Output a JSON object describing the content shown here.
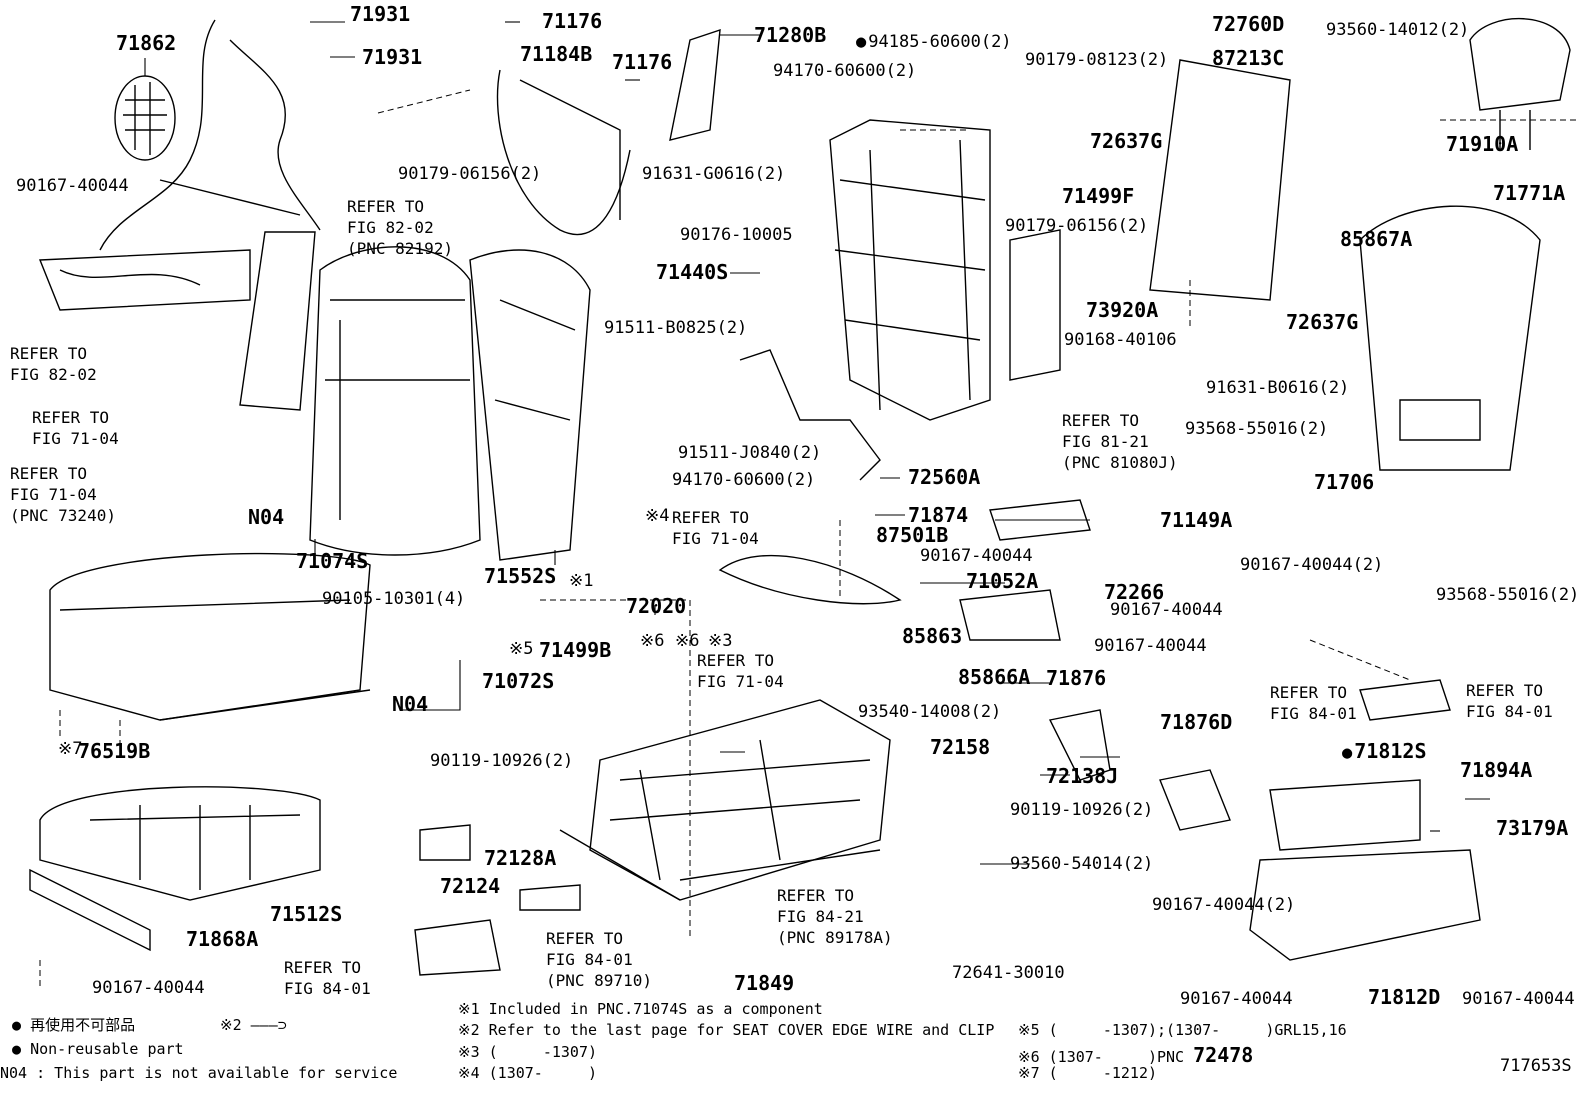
{
  "parts": {
    "p71862": "71862",
    "p71931a": "71931",
    "p71931b": "71931",
    "p71176a": "71176",
    "p71184b": "71184B",
    "p71176b": "71176",
    "p71280b": "71280B",
    "p94185": "94185-60600(2)",
    "p90179_08123": "90179-08123(2)",
    "p72760d": "72760D",
    "p93560_14012": "93560-14012(2)",
    "p87213c": "87213C",
    "p94170_a": "94170-60600(2)",
    "p90167_a": "90167-40044",
    "p90179_06156a": "90179-06156(2)",
    "p91631_g": "91631-G0616(2)",
    "p72637g_a": "72637G",
    "p71910a": "71910A",
    "p71499f": "71499F",
    "p90176": "90176-10005",
    "p90179_06156b": "90179-06156(2)",
    "p85867a": "85867A",
    "p71771a": "71771A",
    "p71440s": "71440S",
    "p73920a": "73920A",
    "p72637g_b": "72637G",
    "p91511_b": "91511-B0825(2)",
    "p90168": "90168-40106",
    "p91631_b": "91631-B0616(2)",
    "p93568_a": "93568-55016(2)",
    "p91511_j": "91511-J0840(2)",
    "p94170_b": "94170-60600(2)",
    "p72560a": "72560A",
    "p71706": "71706",
    "p71874": "71874",
    "p87501b": "87501B",
    "pN04a": "N04",
    "p71074s": "71074S",
    "p71552s": "71552S",
    "p90167_b": "90167-40044",
    "p71149a": "71149A",
    "p90167_c": "90167-40044(2)",
    "p71052a": "71052A",
    "p72266": "72266",
    "p90167_d": "90167-40044",
    "p93568_b": "93568-55016(2)",
    "p90105": "90105-10301(4)",
    "p72020": "72020",
    "p71499b": "71499B",
    "p85863": "85863",
    "p90167_e": "90167-40044",
    "p71072s": "71072S",
    "p85866a": "85866A",
    "p71876": "71876",
    "pN04b": "N04",
    "p93540": "93540-14008(2)",
    "p71876d": "71876D",
    "p76519b": "76519B",
    "p90119_a": "90119-10926(2)",
    "p72158": "72158",
    "p71812s": "71812S",
    "p71894a": "71894A",
    "p72138j": "72138J",
    "p90119_b": "90119-10926(2)",
    "p73179a": "73179A",
    "p72128a": "72128A",
    "p93560_54014": "93560-54014(2)",
    "p71512s": "71512S",
    "p72124": "72124",
    "p90167_f": "90167-40044(2)",
    "p71868a": "71868A",
    "p72641": "72641-30010",
    "p90167_g": "90167-40044",
    "p71849": "71849",
    "p90167_h": "90167-40044",
    "p71812d": "71812D",
    "p90167_i": "90167-40044"
  },
  "marks": {
    "m4": "※4",
    "m5": "※5",
    "m6a": "※6",
    "m6b": "※6",
    "m3": "※3",
    "m1": "※1",
    "m7": "※7"
  },
  "refs": {
    "r1": "REFER TO\nFIG 82-02\n(PNC 82192)",
    "r2": "REFER TO\nFIG 82-02",
    "r3": "REFER TO\nFIG 71-04",
    "r4": "REFER TO\nFIG 71-04\n(PNC 73240)",
    "r5": "REFER TO\nFIG 81-21\n(PNC 81080J)",
    "r6": "REFER TO\nFIG 71-04",
    "r7": "REFER TO\nFIG 71-04",
    "r8": "REFER TO\nFIG 84-01",
    "r9": "REFER TO\nFIG 84-01",
    "r10": "REFER TO\nFIG 84-21\n(PNC 89178A)",
    "r11": "REFER TO\nFIG 84-01\n(PNC 89710)",
    "r12": "REFER TO\nFIG 84-01"
  },
  "legend": {
    "jp": "再使用不可部品",
    "mark2": "※2",
    "nonreusable": "Non-reusable part",
    "n04": "N04 : This part is not available for service"
  },
  "notes": {
    "n1": "※1 Included in PNC.71074S as a component",
    "n2": "※2 Refer to the last page for SEAT COVER EDGE WIRE and CLIP",
    "n3": "※3 (     -1307)",
    "n4": "※4 (1307-     )",
    "n5": "※5 (     -1307);(1307-     )GRL15,16",
    "n6a": "※6 (1307-     )PNC ",
    "n6b": "72478",
    "n7": "※7 (     -1212)"
  },
  "figure_id": "717653S"
}
